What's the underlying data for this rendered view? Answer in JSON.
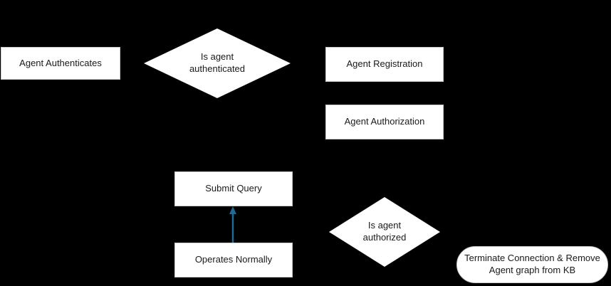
{
  "diagram": {
    "background_color": "#000000",
    "node_fill_color": "#ffffff",
    "text_color": "#1a1a1a",
    "edge": {
      "color": "#216a91",
      "from": "Operates Normally",
      "to": "Submit Query",
      "direction": "up"
    },
    "nodes": [
      {
        "id": "agent-authenticates",
        "shape": "rectangle",
        "label": "Agent Authenticates"
      },
      {
        "id": "is-agent-authenticated",
        "shape": "diamond",
        "label": "Is agent authenticated"
      },
      {
        "id": "agent-registration",
        "shape": "rectangle",
        "label": "Agent Registration"
      },
      {
        "id": "agent-authorization",
        "shape": "rectangle",
        "label": "Agent Authorization"
      },
      {
        "id": "submit-query",
        "shape": "rectangle",
        "label": "Submit Query"
      },
      {
        "id": "operates-normally",
        "shape": "rectangle",
        "label": "Operates Normally"
      },
      {
        "id": "is-agent-authorized",
        "shape": "diamond",
        "label": "Is agent authorized"
      },
      {
        "id": "terminate-connection",
        "shape": "terminator",
        "label": "Terminate Connection & Remove Agent graph from KB"
      }
    ]
  }
}
